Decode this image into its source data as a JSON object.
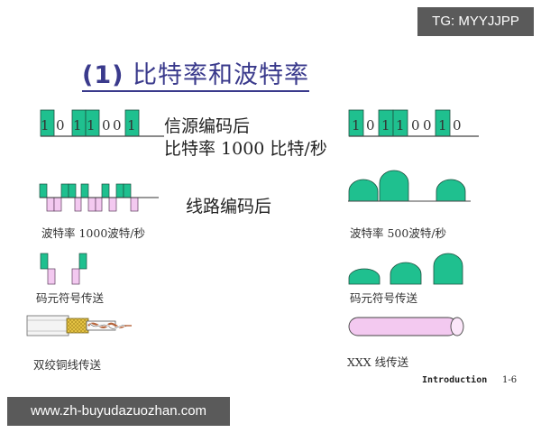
{
  "watermarks": {
    "top_right": "TG: MYYJJPP",
    "bottom_left": "www.zh-buyudazuozhan.com"
  },
  "slide": {
    "title_number": "(1)",
    "title_text": "比特率和波特率",
    "left": {
      "source_bits": [
        "1",
        "0",
        "1",
        "1",
        "0",
        "0",
        "1"
      ],
      "source_label_line1": "信源编码后",
      "source_label_line2": "比特率 1000 比特/秒",
      "line_code_label": "线路编码后",
      "baud_label": "波特率 1000波特/秒",
      "symbol_label": "码元符号传送",
      "cable_label": "双绞铜线传送"
    },
    "right": {
      "source_bits": [
        "1",
        "0",
        "1",
        "1",
        "0",
        "0",
        "1",
        "0"
      ],
      "baud_label": "波特率 500波特/秒",
      "symbol_label": "码元符号传送",
      "cable_label": "XXX 线传送"
    },
    "footer": {
      "section": "Introduction",
      "page": "1-6"
    }
  },
  "colors": {
    "green": "#1fc08f",
    "pink": "#f3c9f0",
    "title_blue": "#3a3a8c",
    "badge_bg": "#5a5a5a"
  }
}
